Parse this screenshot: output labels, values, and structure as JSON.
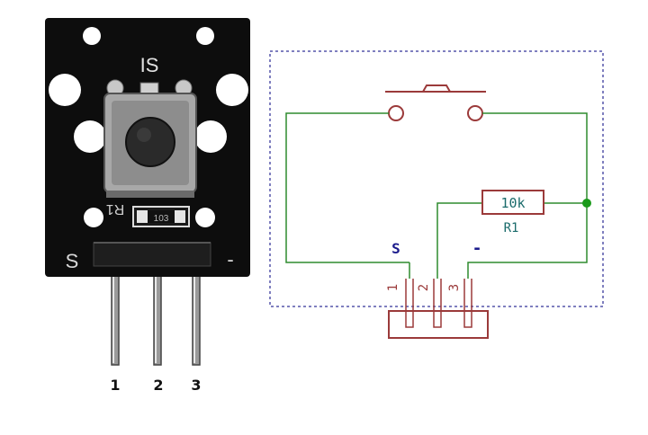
{
  "module": {
    "silk_label": "IS",
    "resistor_silk": "R1",
    "resistor_chip_text": "103",
    "signal_label": "S",
    "ground_label": "-",
    "pin_numbers": [
      "1",
      "2",
      "3"
    ]
  },
  "schematic": {
    "resistor_value": "10k",
    "resistor_name": "R1",
    "signal_label": "S",
    "ground_label": "-",
    "connector_pins": [
      "1",
      "2",
      "3"
    ]
  },
  "colors": {
    "wire": "#2e8b2e",
    "component": "#9b3a3a",
    "resistor_text": "#1a6b6b",
    "label": "#1a1a8c",
    "frame": "#5555aa",
    "junction": "#1a9a1a",
    "board": "#0d0d0d"
  }
}
